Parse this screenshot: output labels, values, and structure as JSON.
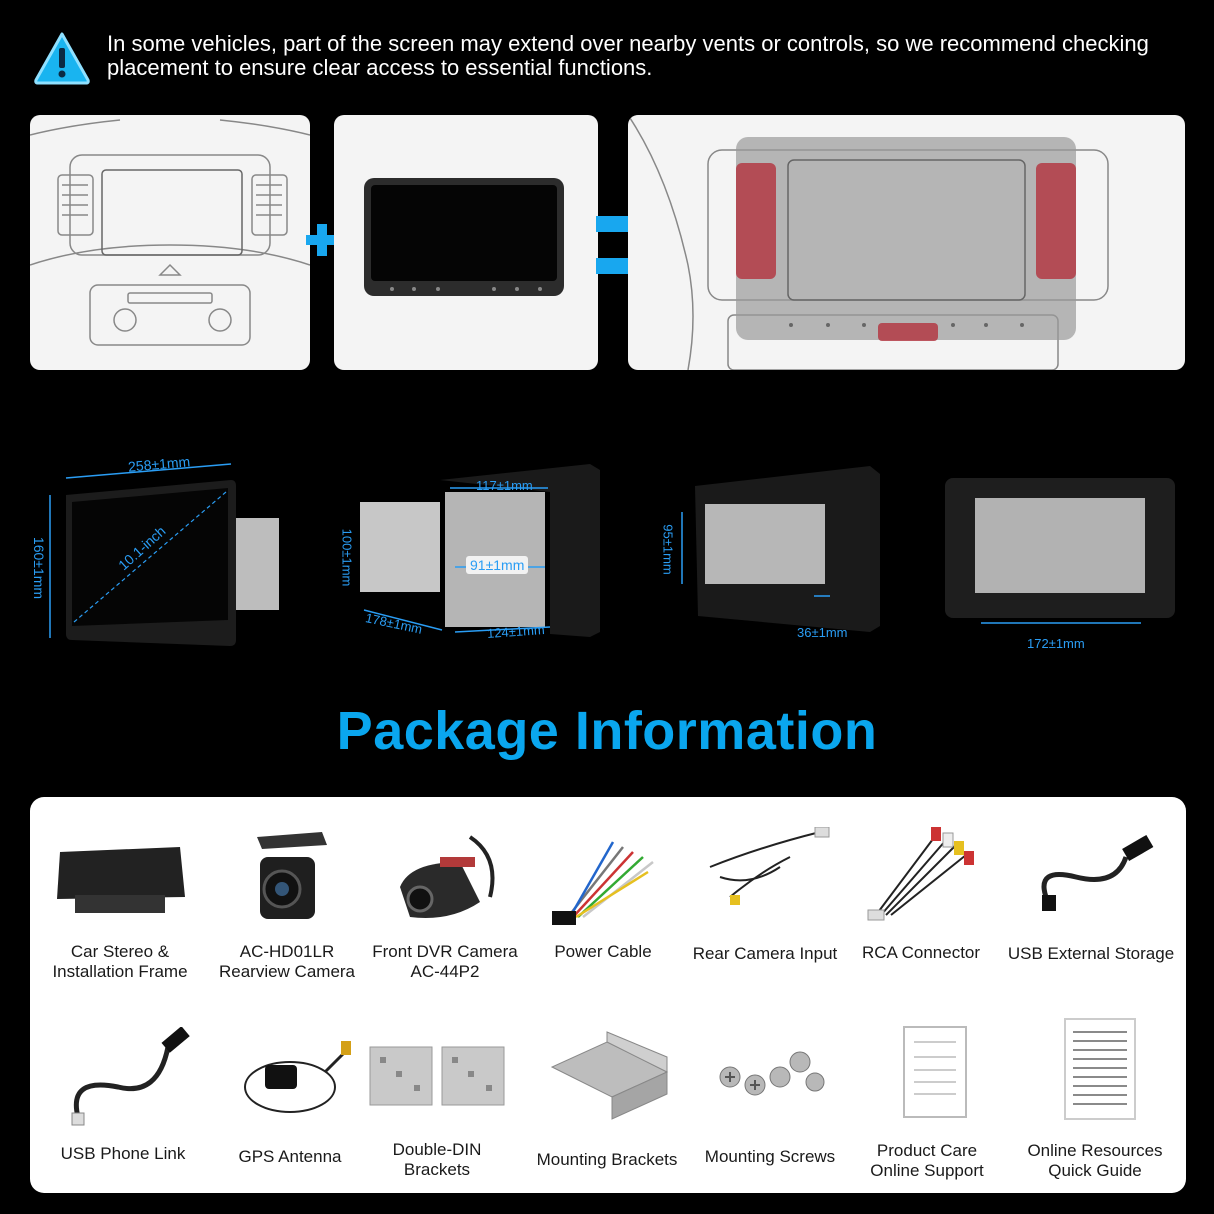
{
  "warning": {
    "icon": "warning-triangle-icon",
    "text": "In some vehicles, part of the screen may extend over nearby vents or controls, so we recommend checking placement to ensure clear access to essential functions."
  },
  "dimensions": {
    "width": "258±1mm",
    "height": "160±1mm",
    "diagonal": "10.1-inch",
    "frame_width": "117±1mm",
    "frame_height": "100±1mm",
    "frame_inner": "91±1mm",
    "frame_depth": "178±1mm",
    "frame_bottom": "124±1mm",
    "body_height": "95±1mm",
    "body_depth": "36±1mm",
    "back_width": "172±1mm"
  },
  "package": {
    "title": "Package Information",
    "items": [
      {
        "label": "Car Stereo &\nInstallation Frame"
      },
      {
        "label": "AC-HD01LR\nRearview Camera"
      },
      {
        "label": "Front DVR Camera\nAC-44P2"
      },
      {
        "label": "Power Cable"
      },
      {
        "label": "Rear Camera Input"
      },
      {
        "label": "RCA Connector"
      },
      {
        "label": "USB External Storage"
      },
      {
        "label": "USB Phone Link"
      },
      {
        "label": "GPS Antenna"
      },
      {
        "label": "Double-DIN\nBrackets"
      },
      {
        "label": "Mounting Brackets"
      },
      {
        "label": "Mounting Screws"
      },
      {
        "label": "Product Care\nOnline Support"
      },
      {
        "label": "Online Resources\nQuick Guide"
      }
    ]
  },
  "colors": {
    "accent": "#0aa6ee",
    "dimension_line": "#2a9df4",
    "vent_highlight": "#b33a44"
  }
}
